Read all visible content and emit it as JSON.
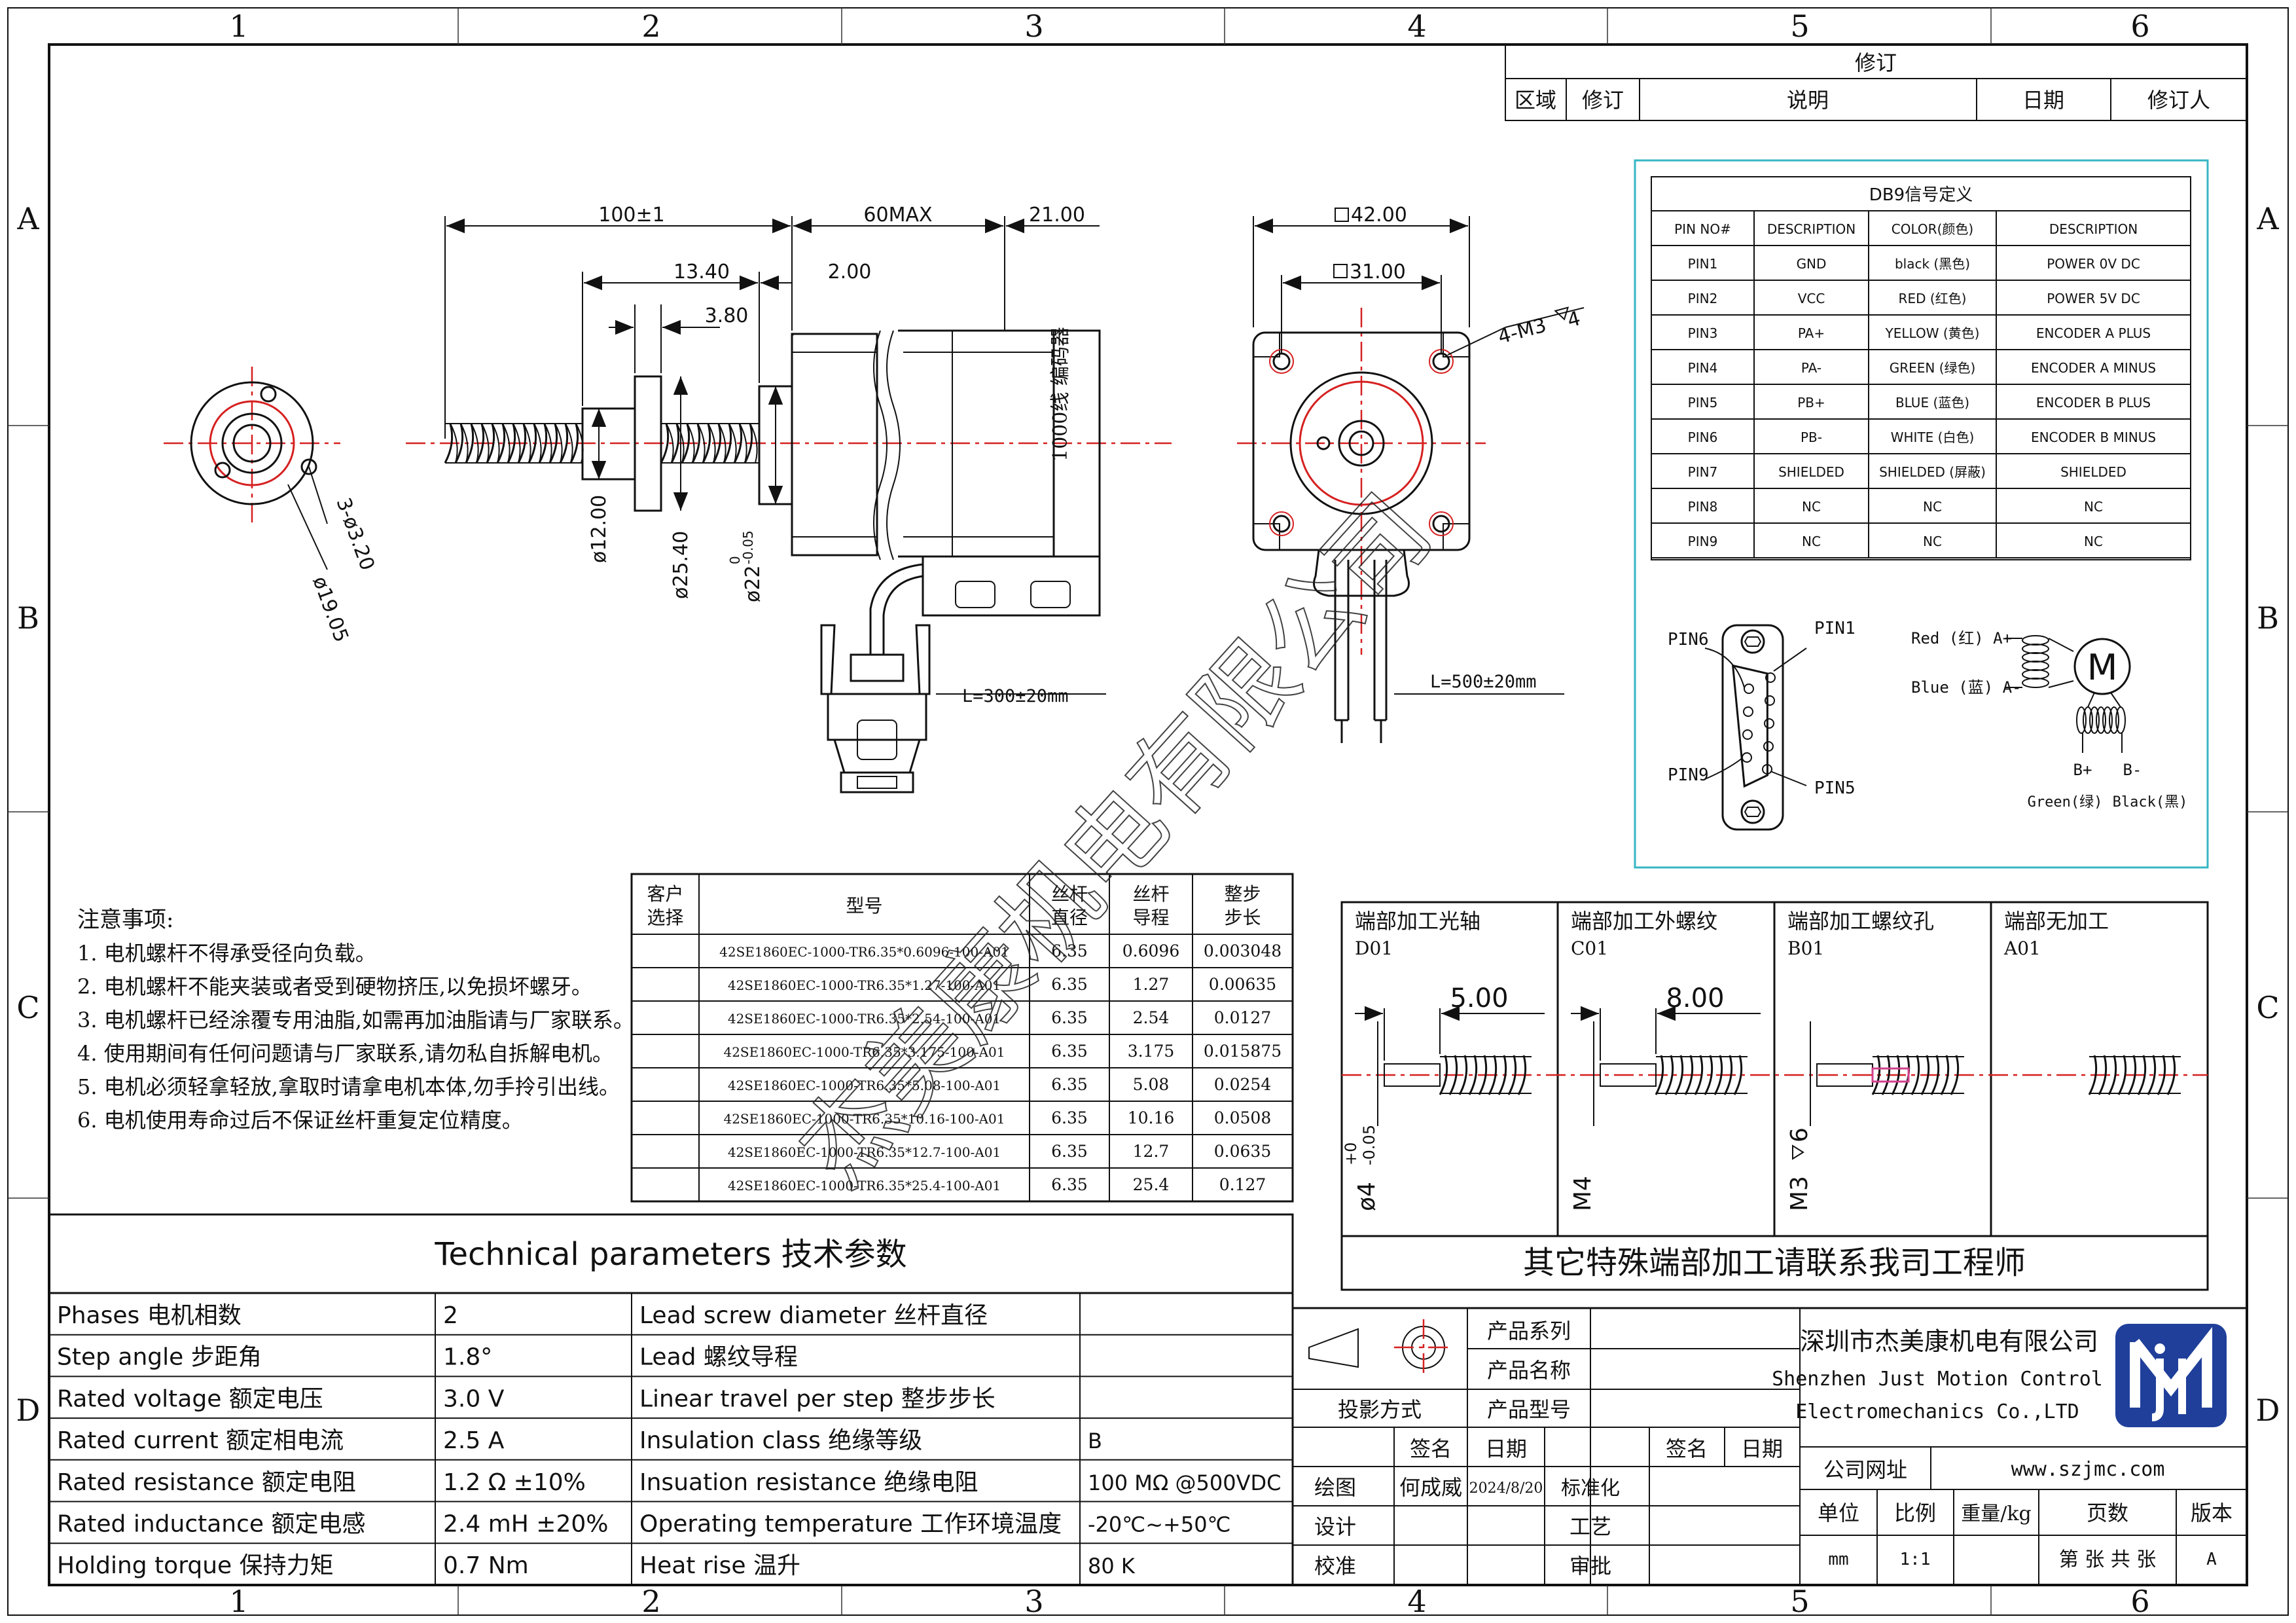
{
  "frame": {
    "columns": [
      "1",
      "2",
      "3",
      "4",
      "5",
      "6"
    ],
    "rows": [
      "A",
      "B",
      "C",
      "D"
    ]
  },
  "revision": {
    "title": "修订",
    "headers": [
      "区域",
      "修订",
      "说明",
      "日期",
      "修订人"
    ]
  },
  "side_view": {
    "dims": {
      "overall": "100±1",
      "body": "60MAX",
      "rear": "21.00",
      "nut_offset": "13.40",
      "flange_gap": "2.00",
      "flange_thk": "3.80",
      "screw_dia": "ø12.00",
      "flange_dia": "ø25.40",
      "boss_dia": "ø22",
      "boss_tol_up": "0",
      "boss_tol_low": "-0.05"
    },
    "motor_label": "1000线 编码器",
    "cable_length": "L=300±20mm"
  },
  "nut_view": {
    "pcd": "ø19.05",
    "holes": "3-ø3.20"
  },
  "front_view": {
    "square": "42.00",
    "hole_spacing": "31.00",
    "threads": "4-M3",
    "thread_depth": "4",
    "cable_length": "L=500±20mm"
  },
  "db9": {
    "title": "DB9信号定义",
    "headers": [
      "PIN NO#",
      "DESCRIPTION",
      "COLOR(颜色)",
      "DESCRIPTION"
    ],
    "rows": [
      [
        "PIN1",
        "GND",
        "black (黑色)",
        "POWER 0V DC"
      ],
      [
        "PIN2",
        "VCC",
        "RED (红色)",
        "POWER 5V DC"
      ],
      [
        "PIN3",
        "PA+",
        "YELLOW (黄色)",
        "ENCODER A PLUS"
      ],
      [
        "PIN4",
        "PA-",
        "GREEN (绿色)",
        "ENCODER A MINUS"
      ],
      [
        "PIN5",
        "PB+",
        "BLUE (蓝色)",
        "ENCODER B PLUS"
      ],
      [
        "PIN6",
        "PB-",
        "WHITE (白色)",
        "ENCODER B MINUS"
      ],
      [
        "PIN7",
        "SHIELDED",
        "SHIELDED (屏蔽)",
        "SHIELDED"
      ],
      [
        "PIN8",
        "NC",
        "NC",
        "NC"
      ],
      [
        "PIN9",
        "NC",
        "NC",
        "NC"
      ]
    ],
    "connector_labels": [
      "PIN6",
      "PIN1",
      "PIN9",
      "PIN5"
    ],
    "winding_labels": {
      "red": "Red (红) A+",
      "blue": "Blue (蓝) A-",
      "motor": "M",
      "bplus": "B+",
      "bminus": "B-",
      "green": "Green(绿)",
      "black": "Black(黑)"
    }
  },
  "model_table": {
    "headers": [
      "客户选择",
      "型号",
      "丝杆直径",
      "丝杆导程",
      "整步步长"
    ],
    "rows": [
      [
        "",
        "42SE1860EC-1000-TR6.35*0.6096-100-A01",
        "6.35",
        "0.6096",
        "0.003048"
      ],
      [
        "",
        "42SE1860EC-1000-TR6.35*1.27-100-A01",
        "6.35",
        "1.27",
        "0.00635"
      ],
      [
        "",
        "42SE1860EC-1000-TR6.35*2.54-100-A01",
        "6.35",
        "2.54",
        "0.0127"
      ],
      [
        "",
        "42SE1860EC-1000-TR6.35*3.175-100-A01",
        "6.35",
        "3.175",
        "0.015875"
      ],
      [
        "",
        "42SE1860EC-1000-TR6.35*5.08-100-A01",
        "6.35",
        "5.08",
        "0.0254"
      ],
      [
        "",
        "42SE1860EC-1000-TR6.35*10.16-100-A01",
        "6.35",
        "10.16",
        "0.0508"
      ],
      [
        "",
        "42SE1860EC-1000-TR6.35*12.7-100-A01",
        "6.35",
        "12.7",
        "0.0635"
      ],
      [
        "",
        "42SE1860EC-1000-TR6.35*25.4-100-A01",
        "6.35",
        "25.4",
        "0.127"
      ]
    ]
  },
  "notes": {
    "title": "注意事项:",
    "items": [
      "1. 电机螺杆不得承受径向负载。",
      "2. 电机螺杆不能夹装或者受到硬物挤压,以免损坏螺牙。",
      "3. 电机螺杆已经涂覆专用油脂,如需再加油脂请与厂家联系。",
      "4. 使用期间有任何问题请与厂家联系,请勿私自拆解电机。",
      "5. 电机必须轻拿轻放,拿取时请拿电机本体,勿手拎引出线。",
      "6. 电机使用寿命过后不保证丝杆重复定位精度。"
    ]
  },
  "end_machining": {
    "options": [
      {
        "title": "端部加工光轴",
        "code": "D01",
        "dim": "5.00",
        "side": "ø4",
        "tol_up": "+0",
        "tol_low": "-0.05"
      },
      {
        "title": "端部加工外螺纹",
        "code": "C01",
        "dim": "8.00",
        "side": "M4"
      },
      {
        "title": "端部加工螺纹孔",
        "code": "B01",
        "side": "M3",
        "depth": "6"
      },
      {
        "title": "端部无加工",
        "code": "A01"
      }
    ],
    "footer": "其它特殊端部加工请联系我司工程师"
  },
  "tech": {
    "title": "Technical parameters 技术参数",
    "rows": [
      [
        "Phases 电机相数",
        "2",
        "Lead screw diameter 丝杆直径",
        ""
      ],
      [
        "Step angle 步距角",
        "1.8°",
        "Lead 螺纹导程",
        ""
      ],
      [
        "Rated voltage 额定电压",
        "3.0 V",
        "Linear travel per step 整步步长",
        ""
      ],
      [
        "Rated current 额定相电流",
        "2.5 A",
        "Insulation class 绝缘等级",
        "B"
      ],
      [
        "Rated resistance 额定电阻",
        "1.2 Ω  ±10%",
        "Insuation resistance 绝缘电阻",
        "100 MΩ @500VDC"
      ],
      [
        "Rated inductance 额定电感",
        "2.4 mH ±20%",
        "Operating temperature 工作环境温度",
        "-20℃~+50℃"
      ],
      [
        "Holding torque 保持力矩",
        "0.7 Nm",
        "Heat rise 温升",
        "80 K"
      ]
    ]
  },
  "title_block": {
    "series": "产品系列",
    "name": "产品名称",
    "model": "产品型号",
    "projection": "投影方式",
    "sign": "签名",
    "date": "日期",
    "draw": "绘图",
    "drawer": "何成威",
    "draw_date": "2024/8/20",
    "standard": "标准化",
    "design": "设计",
    "process": "工艺",
    "check": "校准",
    "approve": "审批",
    "company_cn": "深圳市杰美康机电有限公司",
    "company_en1": "Shenzhen Just Motion Control",
    "company_en2": "Electromechanics Co.,LTD",
    "website_label": "公司网址",
    "website": "www.szjmc.com",
    "unit_label": "单位",
    "scale_label": "比例",
    "weight_label": "重量/kg",
    "pages_label": "页数",
    "version_label": "版本",
    "unit": "mm",
    "scale": "1:1",
    "pages": "第 张 共 张",
    "version": "A"
  },
  "watermark": "杰美康机电有限公司",
  "colors": {
    "centerline": "#d62020",
    "db9_border": "#36b6c4",
    "logo": "#1f3f9a"
  }
}
